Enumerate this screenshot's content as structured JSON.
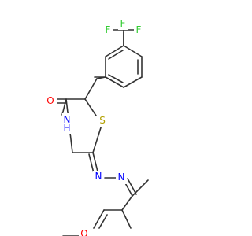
{
  "molecule": {
    "atoms": {
      "f_top": "F",
      "f_left": "F",
      "f_right": "F",
      "o_carbonyl": "O",
      "s_ring": "S",
      "nh": "H",
      "nh_n": "N",
      "n_imine": "N",
      "n_hydrazone": "N",
      "o_methoxy": "O"
    },
    "colors": {
      "bond": "#333333",
      "fluorine": "#33cc33",
      "oxygen": "#ff0000",
      "sulfur": "#b2a000",
      "nitrogen": "#0000ff"
    }
  }
}
